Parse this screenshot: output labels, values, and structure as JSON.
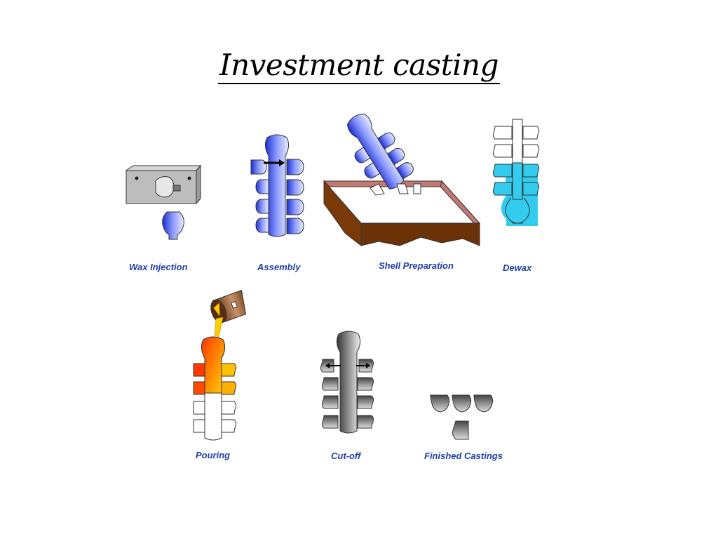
{
  "title": "Investment casting",
  "steps": [
    {
      "label": "Wax Injection"
    },
    {
      "label": "Assembly"
    },
    {
      "label": "Shell Preparation"
    },
    {
      "label": "Dewax"
    },
    {
      "label": "Pouring"
    },
    {
      "label": "Cut-off"
    },
    {
      "label": "Finished Castings"
    }
  ],
  "colors": {
    "label": "#1f3fa8",
    "wax_blue": "#3a4ee0",
    "dewax_cyan": "#33ccee",
    "molten_orange": "#ff6a00",
    "shell_brown": "#6b3a12",
    "metal_gray": "#555555"
  }
}
